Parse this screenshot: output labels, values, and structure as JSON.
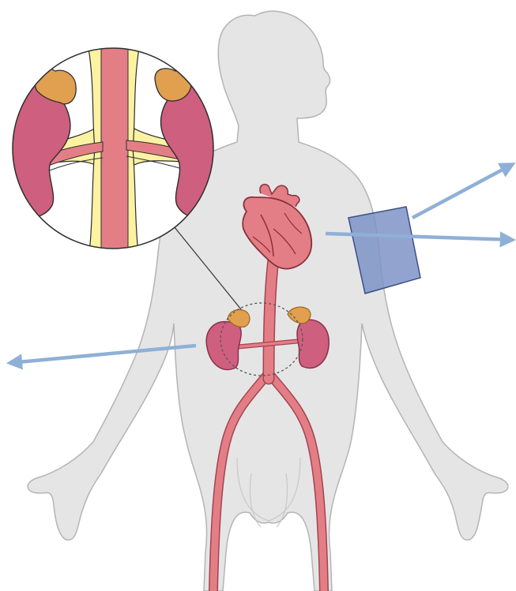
{
  "figure": {
    "subject": "male-body-silhouette",
    "elements": [
      "heart",
      "aorta",
      "left-kidney",
      "right-kidney",
      "left-adrenal-gland",
      "right-adrenal-gland",
      "iliac-arteries",
      "blood-pressure-cuff",
      "magnified-view"
    ],
    "arrow_targets": [
      "left-offscreen",
      "right-offscreen-upper",
      "right-offscreen-middle"
    ]
  },
  "colors": {
    "body_fill": "#e5e5e6",
    "body_stroke": "#b4b4b6",
    "vessel": "#e47e86",
    "vessel_stroke": "#a4434f",
    "kidney": "#cf5f7e",
    "adrenal": "#e0a050",
    "fat": "#fbf2a2",
    "cuff": "#7e93c6",
    "arrow": "#8fb0d6"
  }
}
